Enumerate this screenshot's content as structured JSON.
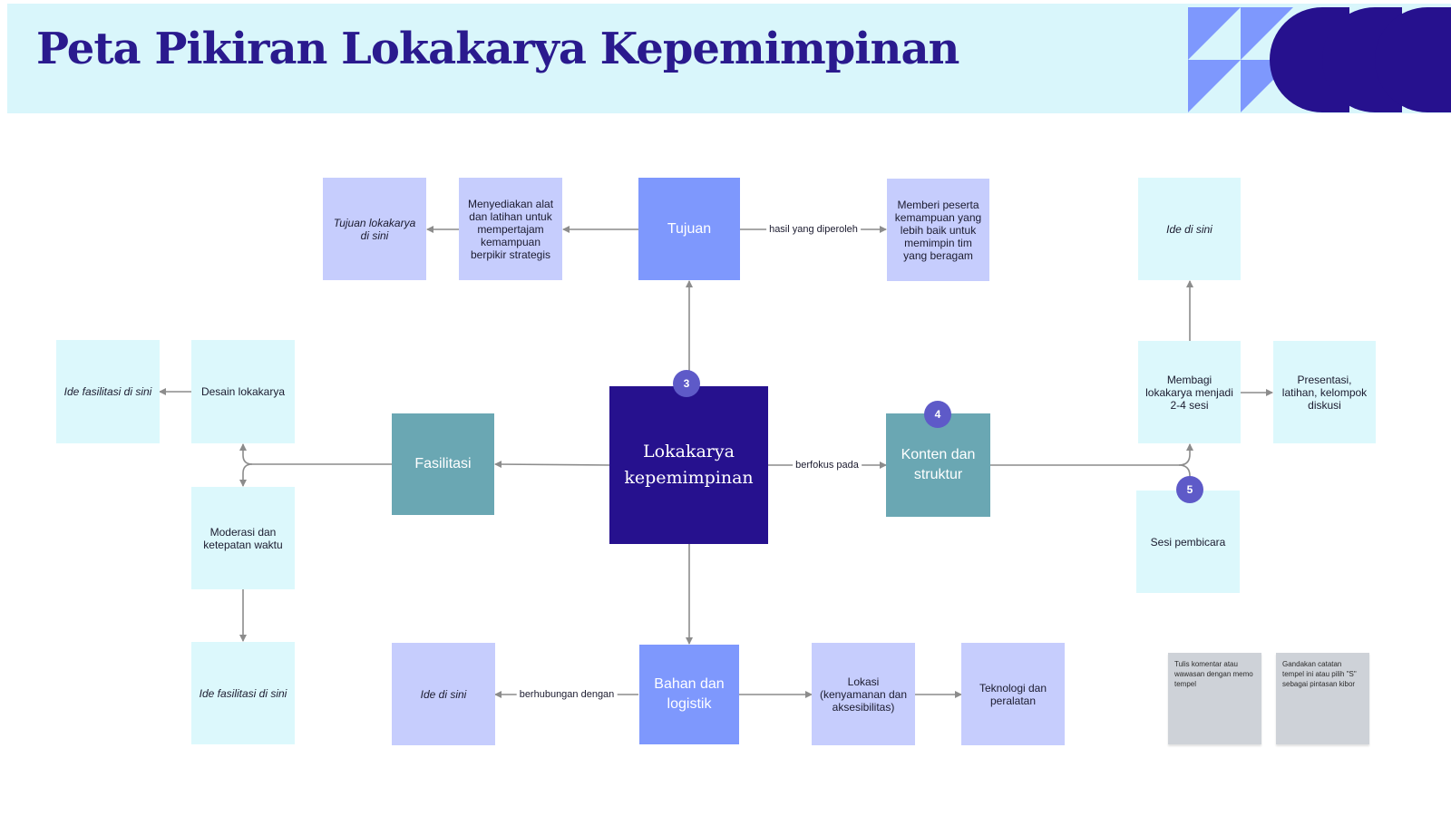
{
  "title": "Peta Pikiran Lokakarya Kepemimpinan",
  "colors": {
    "header_bg": "#d9f6fb",
    "title": "#2a1a8e",
    "center": "#26118e",
    "blue": "#7e98fd",
    "teal": "#6aa7b3",
    "lavender": "#c6cdfd",
    "cyan": "#dcf8fc",
    "badge": "#5e5ac8",
    "sticky": "#ced2d8",
    "connector": "#8c8c8c"
  },
  "nodes": {
    "center": "Lokakarya kepemimpinan",
    "tujuan": "Tujuan",
    "tujuan_left": "Menyediakan alat dan latihan untuk mempertajam kemampuan berpikir strategis",
    "tujuan_far_left": "Tujuan lokakarya di sini",
    "tujuan_right": "Memberi peserta kemampuan yang lebih baik untuk memimpin tim yang beragam",
    "fasilitasi": "Fasilitasi",
    "desain": "Desain lokakarya",
    "ide_fasilitasi_1": "Ide fasilitasi di sini",
    "moderasi": "Moderasi dan ketepatan waktu",
    "ide_fasilitasi_2": "Ide fasilitasi di sini",
    "konten": "Konten dan struktur",
    "membagi": "Membagi lokakarya menjadi 2-4 sesi",
    "ide_top_right": "Ide di sini",
    "presentasi": "Presentasi, latihan, kelompok diskusi",
    "sesi_pembicara": "Sesi pembicara",
    "bahan": "Bahan dan logistik",
    "ide_bottom": "Ide di sini",
    "lokasi": "Lokasi (kenyamanan dan aksesibilitas)",
    "teknologi": "Teknologi dan peralatan"
  },
  "edge_labels": {
    "hasil": "hasil yang diperoleh",
    "berfokus": "berfokus pada",
    "berhubungan": "berhubungan dengan"
  },
  "badges": {
    "b3": "3",
    "b4": "4",
    "b5": "5"
  },
  "stickies": {
    "note1": "Tulis komentar atau wawasan dengan memo tempel",
    "note2": "Gandakan catatan tempel ini atau pilih \"S\" sebagai pintasan kibor"
  }
}
